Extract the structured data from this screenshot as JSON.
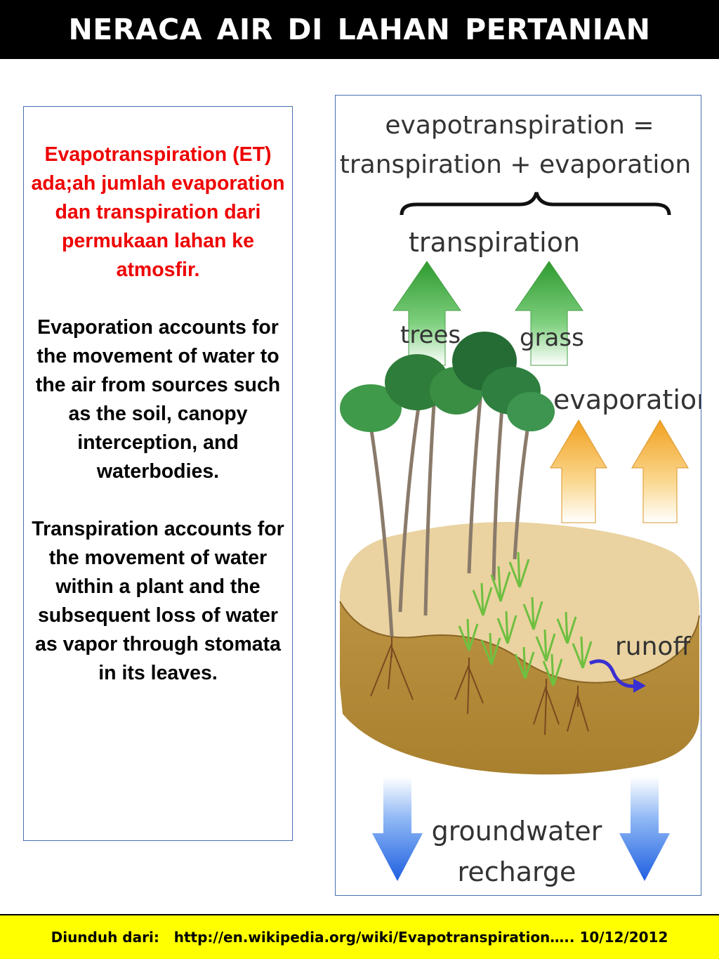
{
  "title": "NERACA  AIR  DI LAHAN PERTANIAN",
  "text_panel": {
    "definition": "Evapotranspiration (ET) ada;ah jumlah evaporation dan transpiration dari permukaan lahan ke atmosfir.",
    "evaporation": "Evaporation accounts for the movement of water to the air from sources such as the soil, canopy interception, and waterbodies.",
    "transpiration": "Transpiration accounts for the movement of water within a plant and the subsequent loss of water as vapor through stomata in its leaves."
  },
  "diagram": {
    "equation_line1": "evapotranspiration =",
    "equation_line2": "transpiration + evaporation",
    "transpiration_label": "transpiration",
    "trees_label": "trees",
    "grass_label": "grass",
    "evaporation_label": "evaporation",
    "runoff_label": "runoff",
    "groundwater_line1": "groundwater",
    "groundwater_line2": "recharge"
  },
  "colors": {
    "title_bg": "#000000",
    "definition_text": "#ee0000",
    "transpiration_arrow": "#3aa63a",
    "evaporation_arrow": "#f0a830",
    "recharge_arrow": "#2f6fe0",
    "runoff_arrow": "#3a2fd0",
    "footer_bg": "#ffff00"
  },
  "footer": "Diunduh dari:   http://en.wikipedia.org/wiki/Evapotranspiration….. 10/12/2012"
}
